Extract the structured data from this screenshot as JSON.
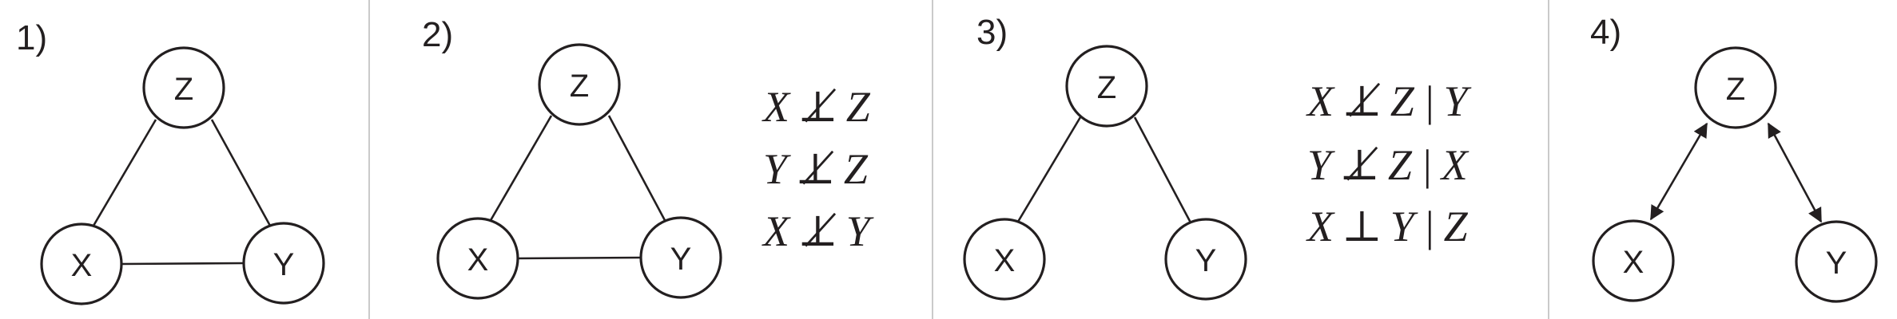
{
  "panels": [
    {
      "number": "1)",
      "nodes": {
        "z": "Z",
        "x": "X",
        "y": "Y"
      },
      "formulas": []
    },
    {
      "number": "2)",
      "nodes": {
        "z": "Z",
        "x": "X",
        "y": "Y"
      },
      "formulas": [
        {
          "a": "X",
          "rel": "⊥̸",
          "b": "Z",
          "given": ""
        },
        {
          "a": "Y",
          "rel": "⊥̸",
          "b": "Z",
          "given": ""
        },
        {
          "a": "X",
          "rel": "⊥̸",
          "b": "Y",
          "given": ""
        }
      ]
    },
    {
      "number": "3)",
      "nodes": {
        "z": "Z",
        "x": "X",
        "y": "Y"
      },
      "formulas": [
        {
          "a": "X",
          "rel": "⊥̸",
          "b": "Z",
          "given": "Y"
        },
        {
          "a": "Y",
          "rel": "⊥̸",
          "b": "Z",
          "given": "X"
        },
        {
          "a": "X",
          "rel": "⊥",
          "b": "Y",
          "given": "Z"
        }
      ]
    },
    {
      "number": "4)",
      "nodes": {
        "z": "Z",
        "x": "X",
        "y": "Y"
      },
      "formulas": []
    }
  ],
  "colors": {
    "ink": "#231f20",
    "separator": "#b8b8b8"
  }
}
